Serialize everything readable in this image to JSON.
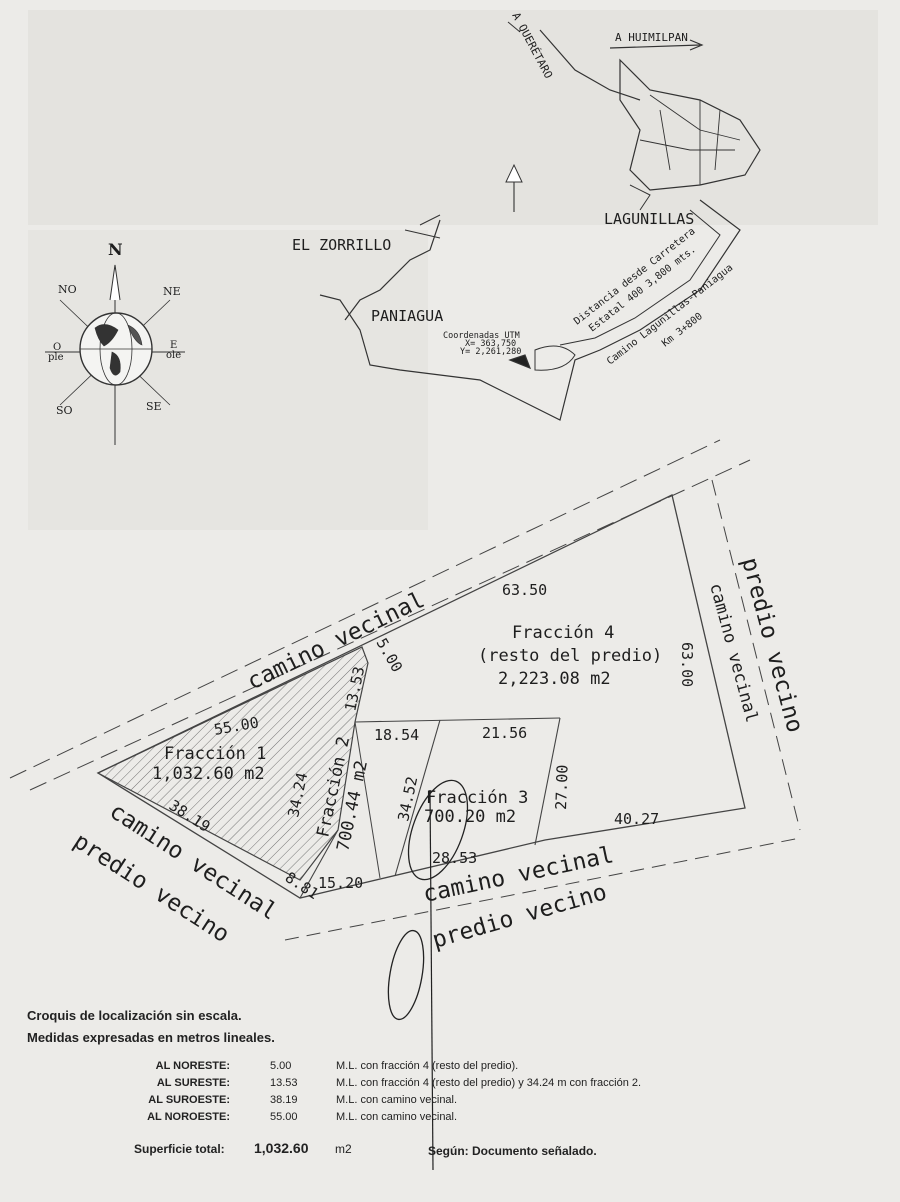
{
  "map": {
    "locality": {
      "to_queretaro": "A QUERÉTARO",
      "to_huimilpan": "A HUIMILPAN",
      "lagunillas": "LAGUNILLAS",
      "el_zorrillo": "EL ZORRILLO",
      "paniagua": "PANIAGUA",
      "utm_title": "Coordenadas UTM",
      "utm_x": "X= 363,750",
      "utm_y": "Y= 2,261,280",
      "distance_line1": "Distancia desde Carretera",
      "distance_line2": "Estatal 400 3,800 mts.",
      "road_line1": "Camino Lagunillas-Paniagua",
      "road_line2": "Km 3+800"
    },
    "compass": {
      "n": "N",
      "ne": "NE",
      "no": "NO",
      "e": "E",
      "oe": "ole",
      "o": "O",
      "ople": "ple",
      "so": "SO",
      "se": "SE"
    },
    "plan": {
      "camino_top": "camino vecinal",
      "camino_right": "camino vecinal",
      "predio_right": "predio vecino",
      "camino_left": "camino vecinal",
      "predio_left": "predio vecino",
      "camino_bottom": "camino vecinal",
      "predio_bottom": "predio vecino",
      "f4_title": "Fracción 4",
      "f4_sub": "(resto del predio)",
      "f4_area": "2,223.08 m2",
      "f1_title": "Fracción 1",
      "f1_area": "1,032.60 m2",
      "f2_title": "Fracción 2",
      "f2_area": "700.44 m2",
      "f3_title": "Fracción 3",
      "f3_area": "700.20 m2",
      "d_63_50": "63.50",
      "d_63_00": "63.00",
      "d_5_00": "5.00",
      "d_13_53": "13.53",
      "d_55_00": "55.00",
      "d_18_54": "18.54",
      "d_21_56": "21.56",
      "d_34_24": "34.24",
      "d_34_52": "34.52",
      "d_27_00": "27.00",
      "d_40_27": "40.27",
      "d_38_19": "38.19",
      "d_8_81": "8.81",
      "d_15_20": "15.20",
      "d_28_53": "28.53"
    }
  },
  "footer": {
    "note1": "Croquis de localización sin escala.",
    "note2": "Medidas expresadas en metros lineales.",
    "rows": [
      {
        "dir": "AL NORESTE:",
        "value": "5.00",
        "desc": "M.L. con fracción 4 (resto del predio)."
      },
      {
        "dir": "AL SURESTE:",
        "value": "13.53",
        "desc": "M.L. con fracción 4 (resto del predio) y 34.24 m con fracción 2."
      },
      {
        "dir": "AL SUROESTE:",
        "value": "38.19",
        "desc": "M.L. con camino vecinal."
      },
      {
        "dir": "AL NOROESTE:",
        "value": "55.00",
        "desc": "M.L. con camino vecinal."
      }
    ],
    "total_label": "Superficie total:",
    "total_value": "1,032.60",
    "total_unit": "m2",
    "source": "Según: Documento señalado."
  }
}
